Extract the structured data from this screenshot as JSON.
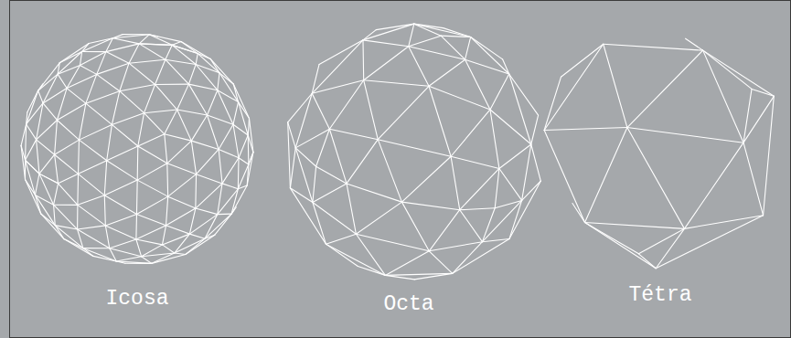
{
  "diagram": {
    "labels": [
      "Icosa",
      "Octa",
      "Tétra"
    ]
  }
}
